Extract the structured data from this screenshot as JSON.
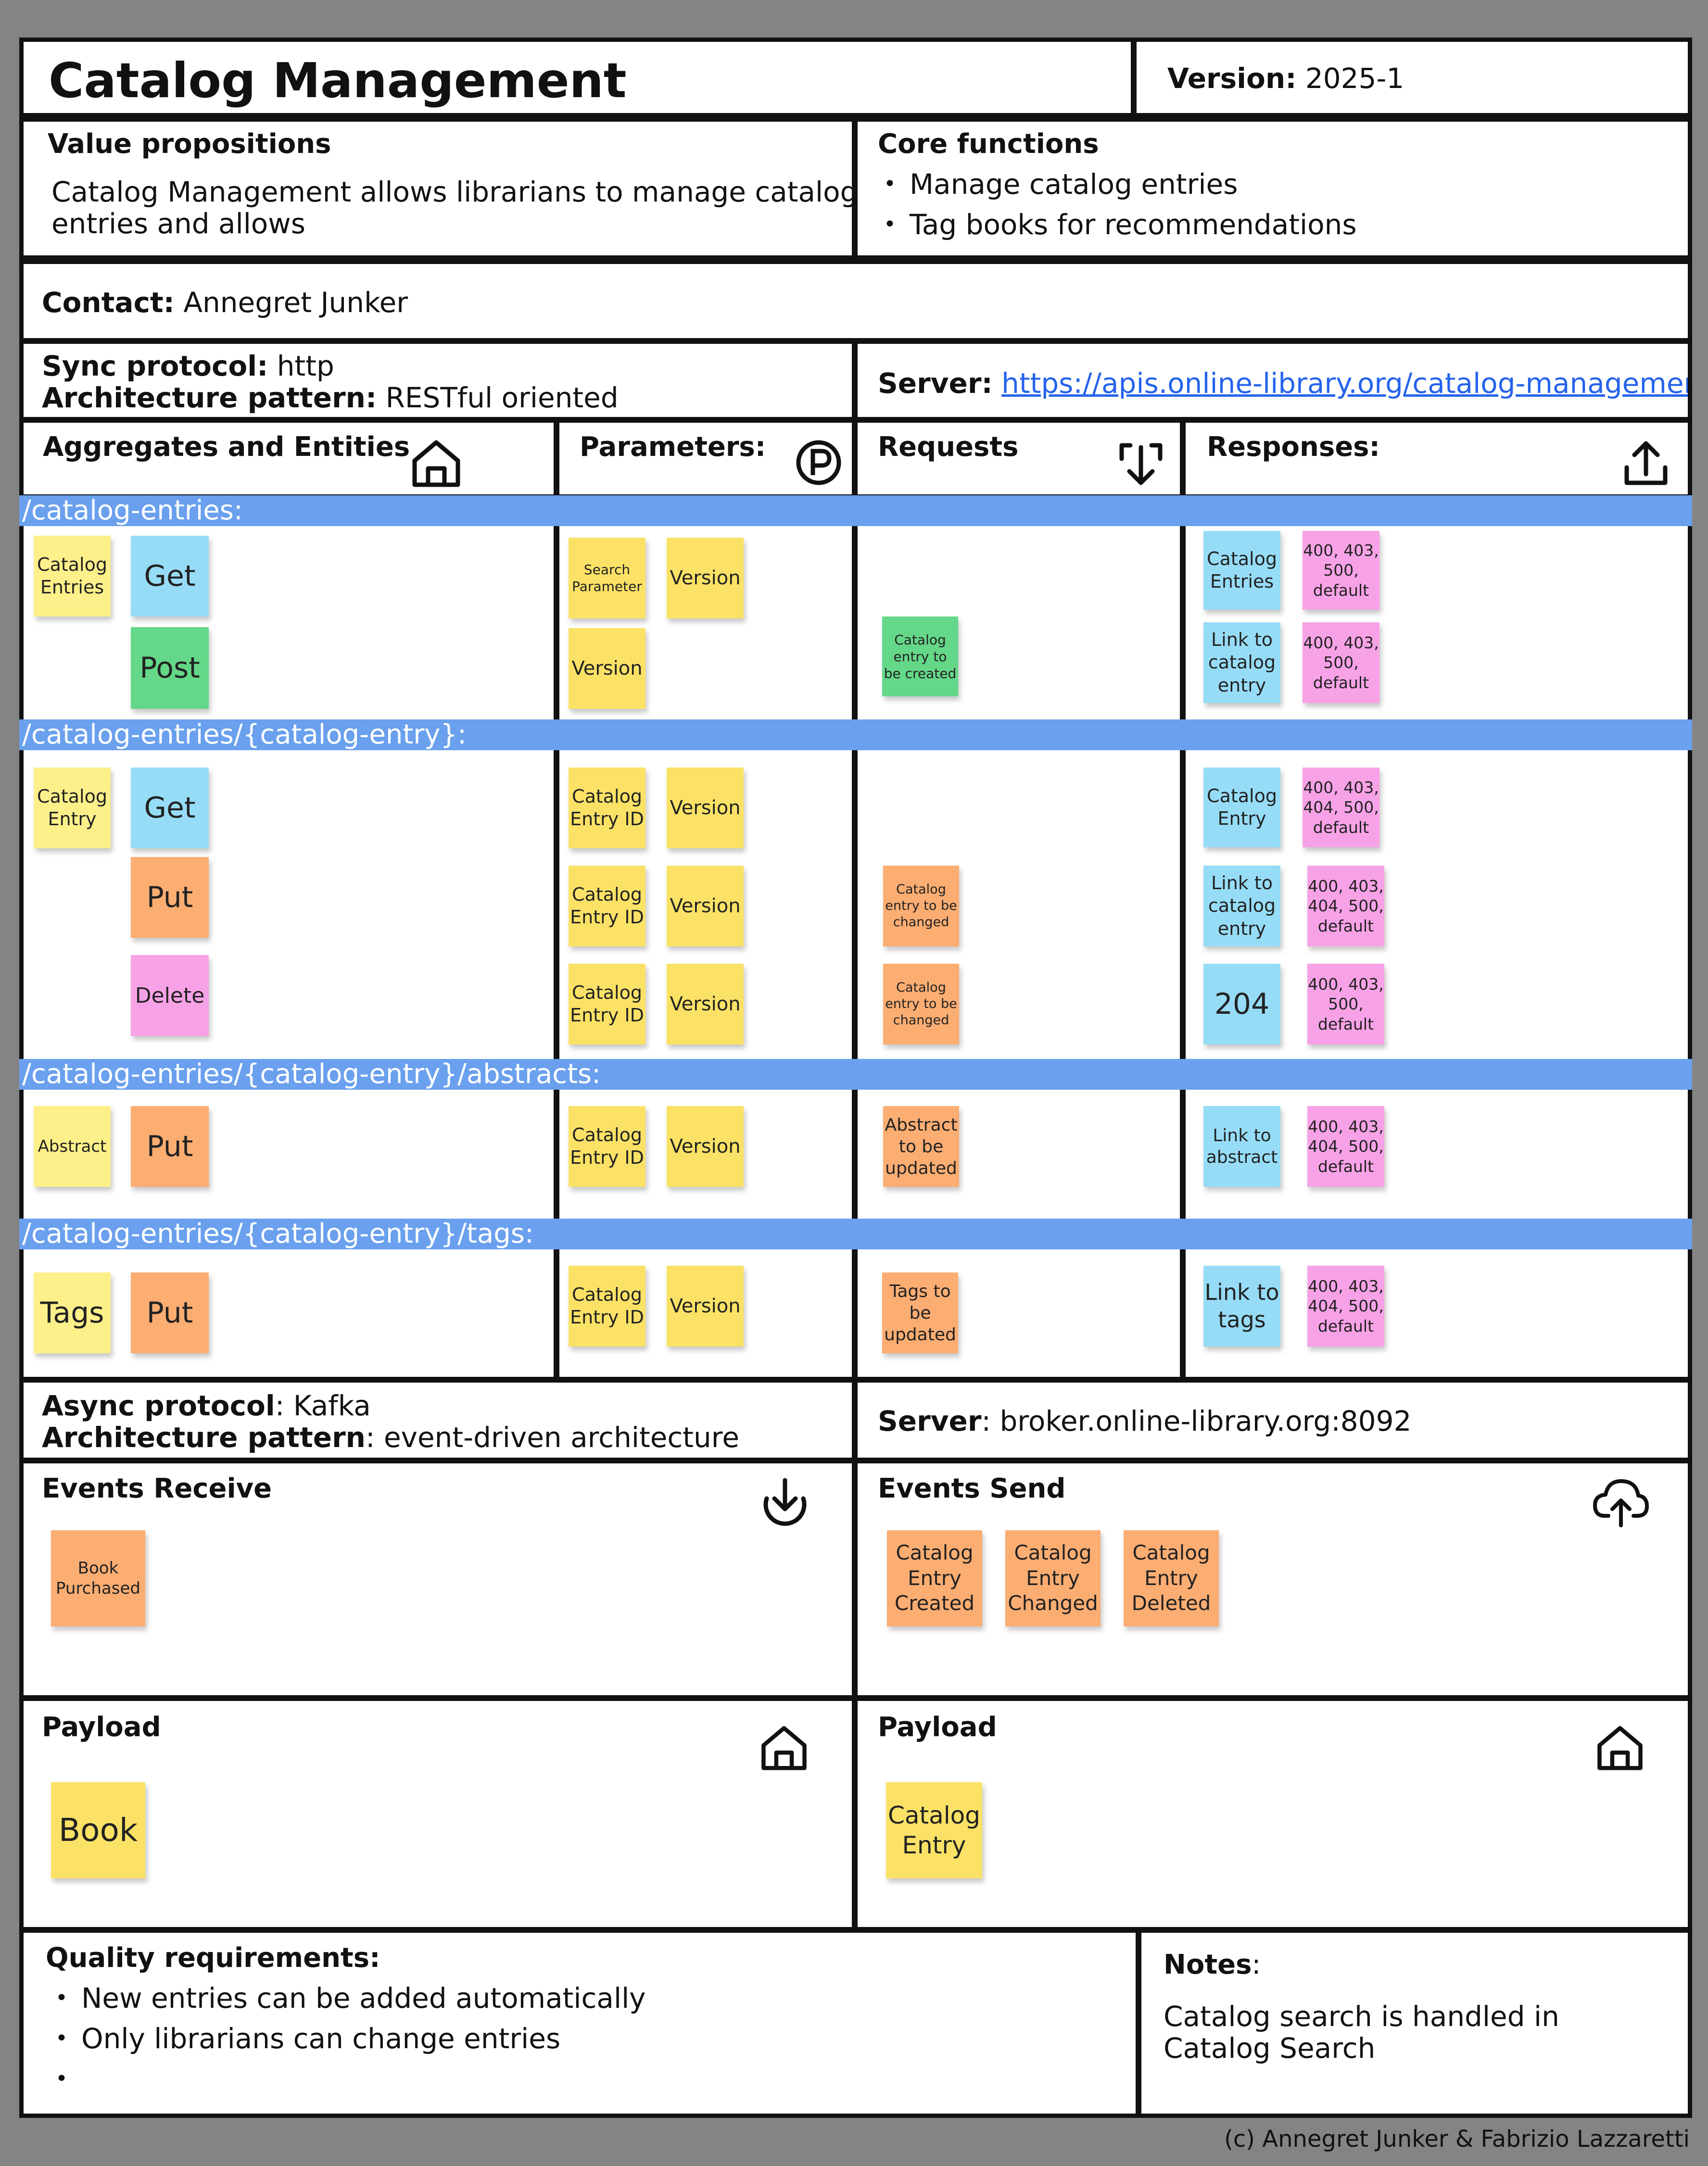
{
  "title": "Catalog Management",
  "version": {
    "label": "Version:",
    "value": "2025-1"
  },
  "value_propositions": {
    "heading": "Value propositions",
    "lines": [
      "Catalog Management allows librarians to manage catalog",
      "entries and allows"
    ]
  },
  "core_functions": {
    "heading": "Core functions",
    "items": [
      "Manage catalog entries",
      "Tag books for recommendations"
    ]
  },
  "contact": {
    "label": "Contact:",
    "value": "Annegret Junker"
  },
  "sync": {
    "protocol_label": "Sync protocol:",
    "protocol_value": "http",
    "pattern_label": "Architecture pattern:",
    "pattern_value": "RESTful oriented",
    "server_label": "Server",
    "server_value": "https://apis.online-library.org/catalog-management"
  },
  "columns": {
    "aggregates": "Aggregates and Entities",
    "parameters": "Parameters:",
    "requests": "Requests",
    "responses": "Responses:"
  },
  "paths": [
    "/catalog-entries:",
    "/catalog-entries/{catalog-entry}:",
    "/catalog-entries/{catalog-entry}/abstracts:",
    "/catalog-entries/{catalog-entry}/tags:"
  ],
  "notes": {
    "agg": [
      "Catalog\nEntries",
      "Catalog\nEntry",
      "Abstract",
      "Tags"
    ],
    "verbs": [
      "Get",
      "Post",
      "Get",
      "Put",
      "Delete",
      "Put",
      "Put"
    ],
    "params": [
      "Search\nParameter",
      "Version",
      "Version",
      "Catalog\nEntry ID",
      "Version",
      "Catalog\nEntry ID",
      "Version",
      "Catalog\nEntry ID",
      "Version",
      "Catalog\nEntry ID",
      "Version",
      "Catalog\nEntry ID",
      "Version"
    ],
    "requests": [
      "Catalog\nentry  to\nbe created",
      "Catalog\nentry to be\nchanged",
      "Catalog\nentry to be\nchanged",
      "Abstract\nto be\nupdated",
      "Tags to\nbe\nupdated"
    ],
    "responses": [
      "Catalog\nEntries",
      "400, 403,\n500,\ndefault",
      "Link to\ncatalog\nentry",
      "400, 403,\n500,\ndefault",
      "Catalog\nEntry",
      "400, 403,\n404, 500,\ndefault",
      "Link to\ncatalog\nentry",
      "400, 403,\n404, 500,\ndefault",
      "204",
      "400, 403,\n500,\ndefault",
      "Link to\nabstract",
      "400, 403,\n404, 500,\ndefault",
      "Link to\ntags",
      "400, 403,\n404, 500,\ndefault"
    ]
  },
  "async": {
    "protocol_label": "Async protocol",
    "protocol_value": "Kafka",
    "pattern_label": "Architecture pattern",
    "pattern_value": "event-driven architecture",
    "server_label": "Server",
    "server_value": "broker.online-library.org:8092"
  },
  "events_receive": {
    "heading": "Events Receive",
    "items": [
      "Book\nPurchased"
    ]
  },
  "events_send": {
    "heading": "Events Send",
    "items": [
      "Catalog\nEntry\nCreated",
      "Catalog\nEntry\nChanged",
      "Catalog\nEntry\nDeleted"
    ]
  },
  "payload_left": {
    "heading": "Payload",
    "item": "Book"
  },
  "payload_right": {
    "heading": "Payload",
    "item": "Catalog\nEntry"
  },
  "quality": {
    "heading": "Quality requirements:",
    "items": [
      "New entries can be added automatically",
      "Only librarians can change entries",
      ""
    ]
  },
  "notes_box": {
    "heading": "Notes",
    "text": [
      "Catalog search is handled in",
      "Catalog Search"
    ]
  },
  "copyright": "(c) Annegret Junker & Fabrizio Lazzaretti",
  "colors": {
    "background": "#848484",
    "path_bar": "#6aa0ee",
    "note_yellow": "#fdf08a",
    "note_blue": "#96dcf7",
    "note_green": "#64d888",
    "note_orange": "#fbad72",
    "note_pink": "#f7a2e6"
  },
  "icons": [
    "home-icon",
    "parking-icon",
    "download-icon",
    "upload-icon",
    "download-circle-icon",
    "cloud-upload-icon",
    "home-icon"
  ]
}
